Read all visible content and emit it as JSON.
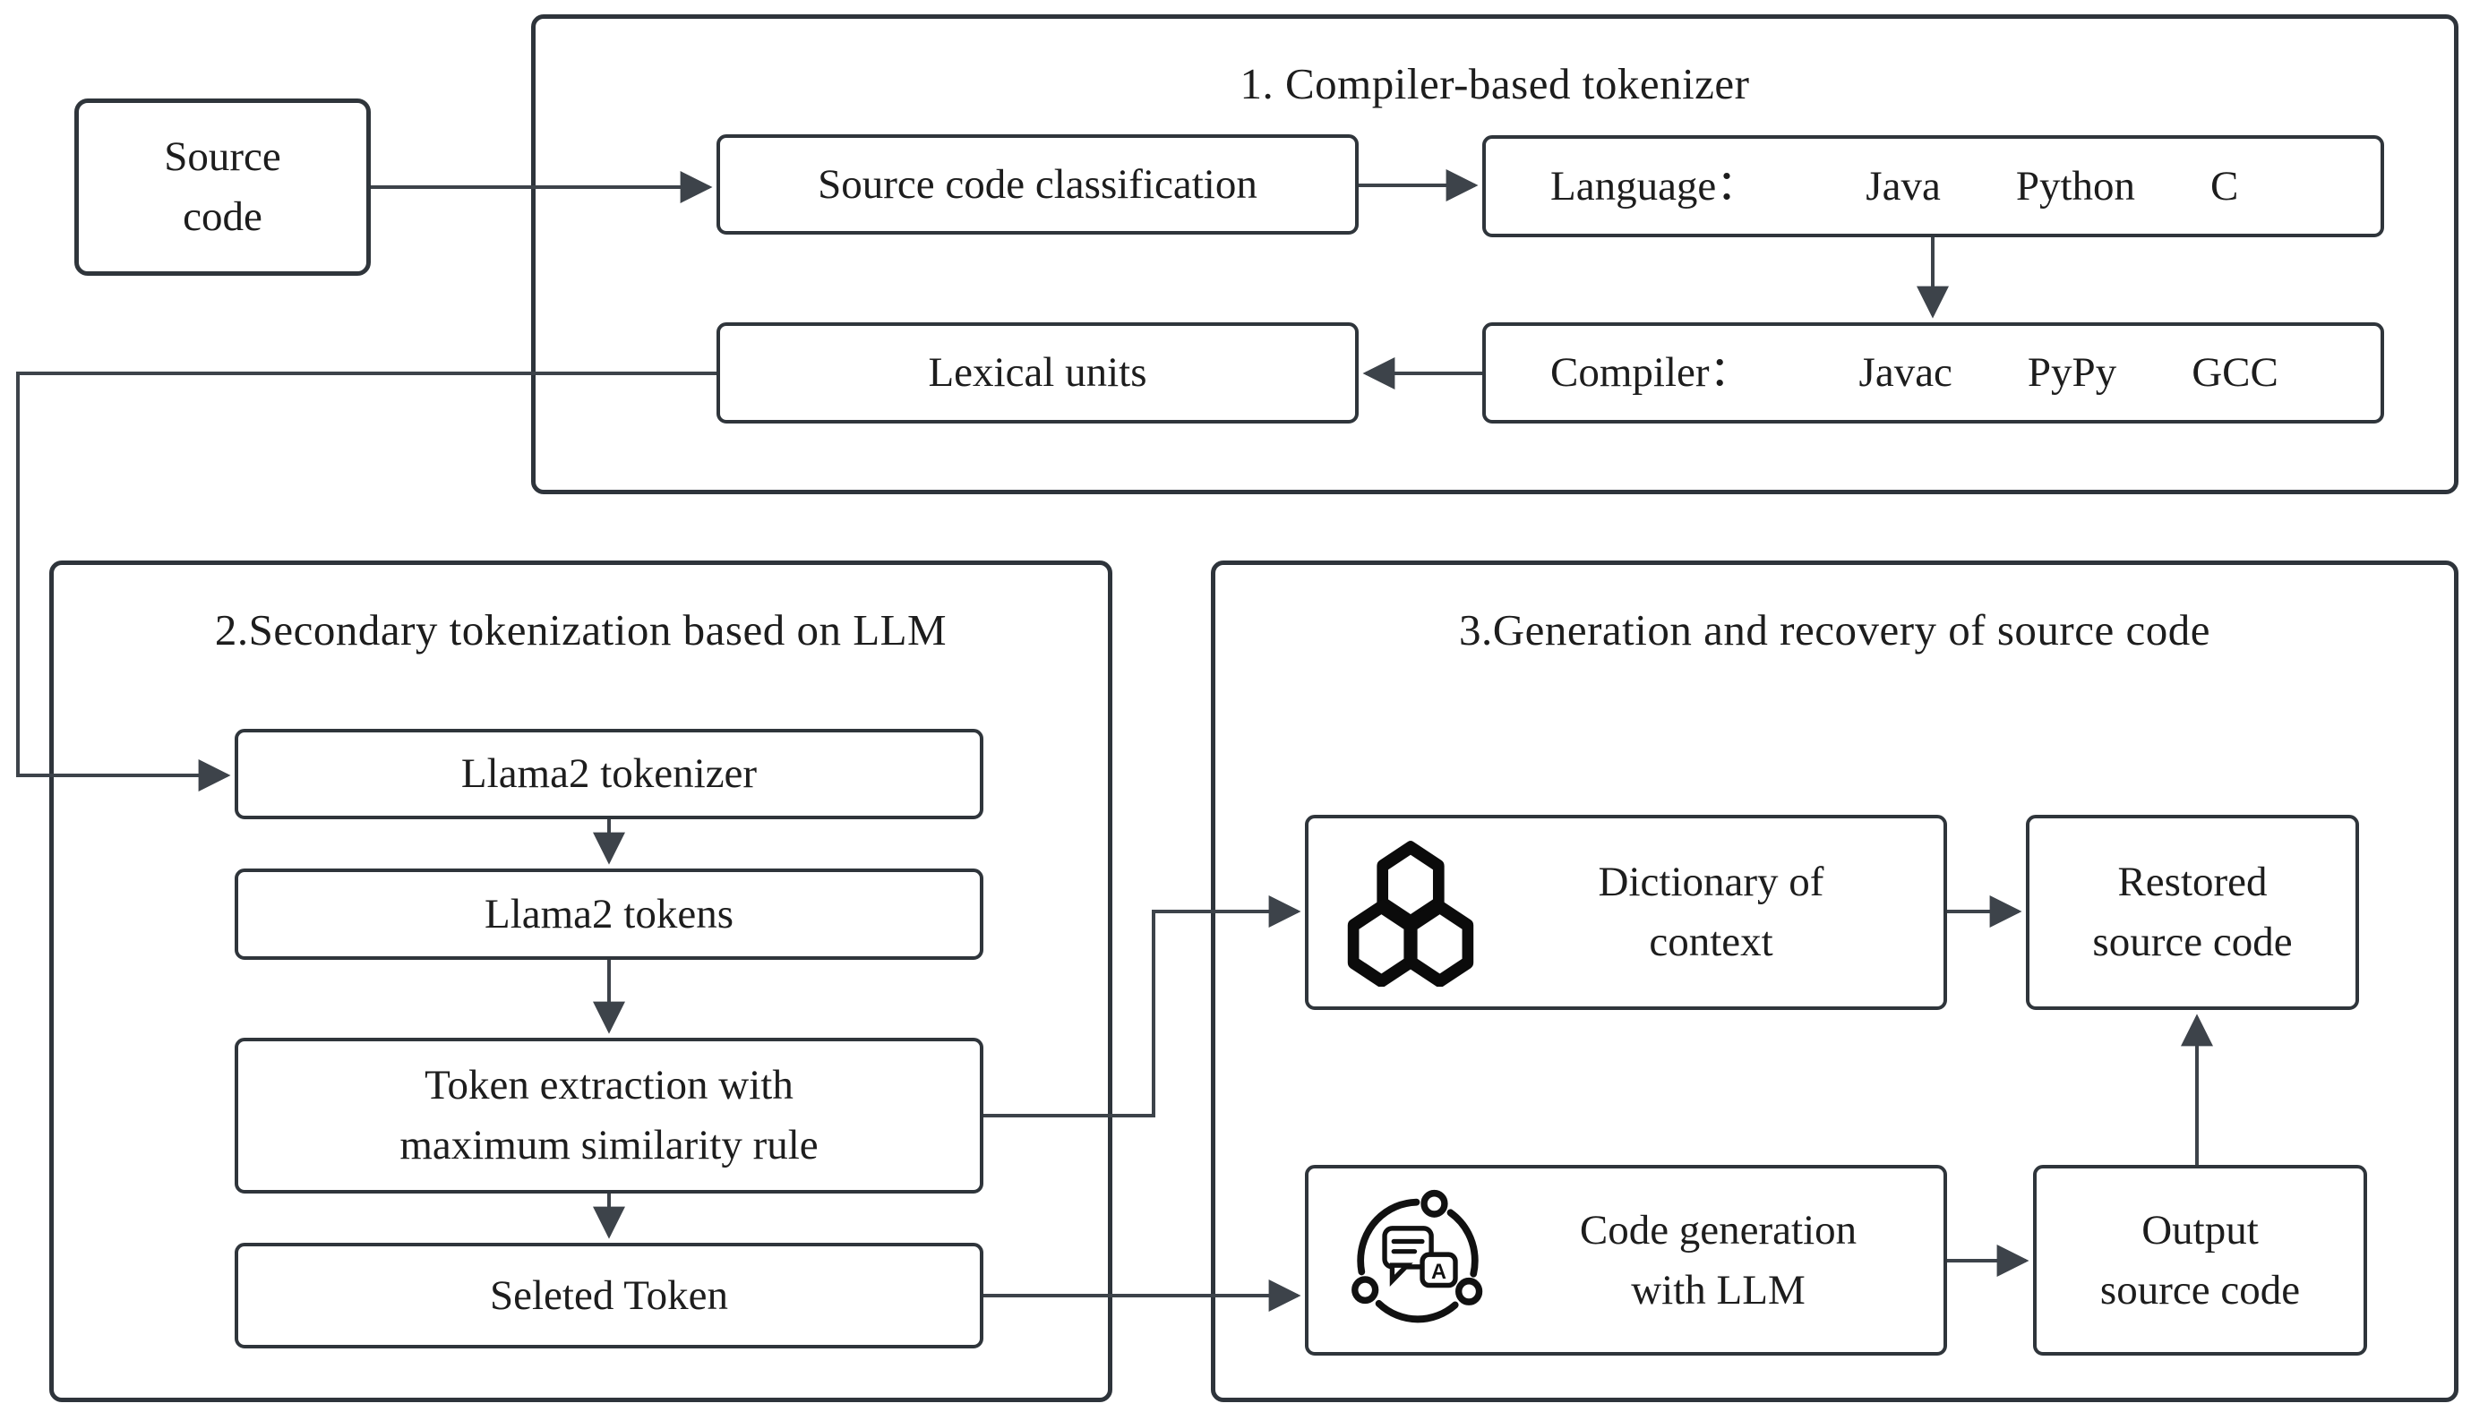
{
  "diagram": {
    "colors": {
      "background": "#ffffff",
      "border": "#2e343b",
      "wire": "#3d434a",
      "text": "#1d1d1d",
      "icon": "#0b0b0b"
    },
    "source_code": {
      "lines": [
        "Source",
        "code"
      ]
    },
    "section1": {
      "title": "1. Compiler-based tokenizer",
      "classification": "Source code classification",
      "language_label": "Language：",
      "languages": [
        "Java",
        "Python",
        "C"
      ],
      "lexical_units": "Lexical units",
      "compiler_label": "Compiler：",
      "compilers": [
        "Javac",
        "PyPy",
        "GCC"
      ]
    },
    "section2": {
      "title": "2.Secondary tokenization based on LLM",
      "llama2_tokenizer": "Llama2 tokenizer",
      "llama2_tokens": "Llama2 tokens",
      "token_extraction_lines": [
        "Token extraction with",
        "maximum similarity rule"
      ],
      "selected_token": "Seleted Token"
    },
    "section3": {
      "title": "3.Generation and recovery of source code",
      "dictionary_lines": [
        "Dictionary of",
        "context"
      ],
      "restored_lines": [
        "Restored",
        "source code"
      ],
      "codegen_lines": [
        "Code generation",
        "with LLM"
      ],
      "output_lines": [
        "Output",
        "source code"
      ],
      "codegen_icon_glyph": "A"
    }
  }
}
